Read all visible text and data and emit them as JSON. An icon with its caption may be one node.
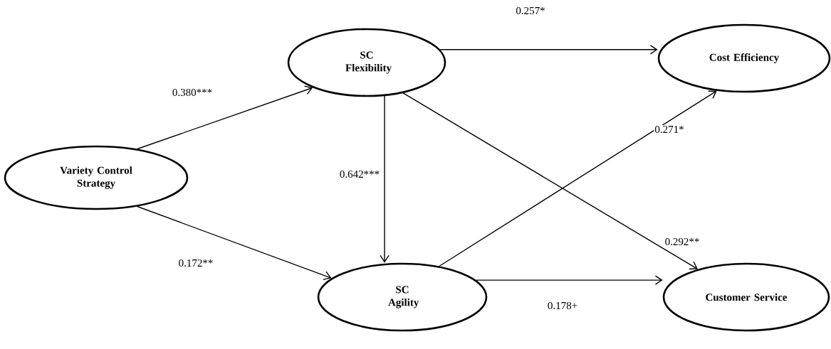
{
  "diagram": {
    "nodes": [
      {
        "text": [
          "Variety Control Strategy"
        ]
      },
      {
        "text": [
          "SC Flexibility"
        ]
      },
      {
        "text": [
          "SC Agility"
        ]
      },
      {
        "text": [
          "Cost Efficiency"
        ]
      },
      {
        "text": [
          "Customer Service"
        ]
      }
    ],
    "edges": [
      {
        "from": 0,
        "to": 1,
        "arrow": "to",
        "label": "0.380***"
      },
      {
        "from": 0,
        "to": 2,
        "arrow": "to",
        "label": "0.172**"
      },
      {
        "from": 1,
        "to": 2,
        "arrow": "to",
        "label": "0.642***"
      },
      {
        "from": 1,
        "to": 3,
        "arrow": "to",
        "label": "0.257*"
      },
      {
        "from": 1,
        "to": 4,
        "arrow": "to",
        "label": "0.292**"
      },
      {
        "from": 2,
        "to": 3,
        "arrow": "to",
        "label": "0.271*"
      },
      {
        "from": 2,
        "to": 4,
        "arrow": "to",
        "label": "0.178+"
      }
    ]
  }
}
